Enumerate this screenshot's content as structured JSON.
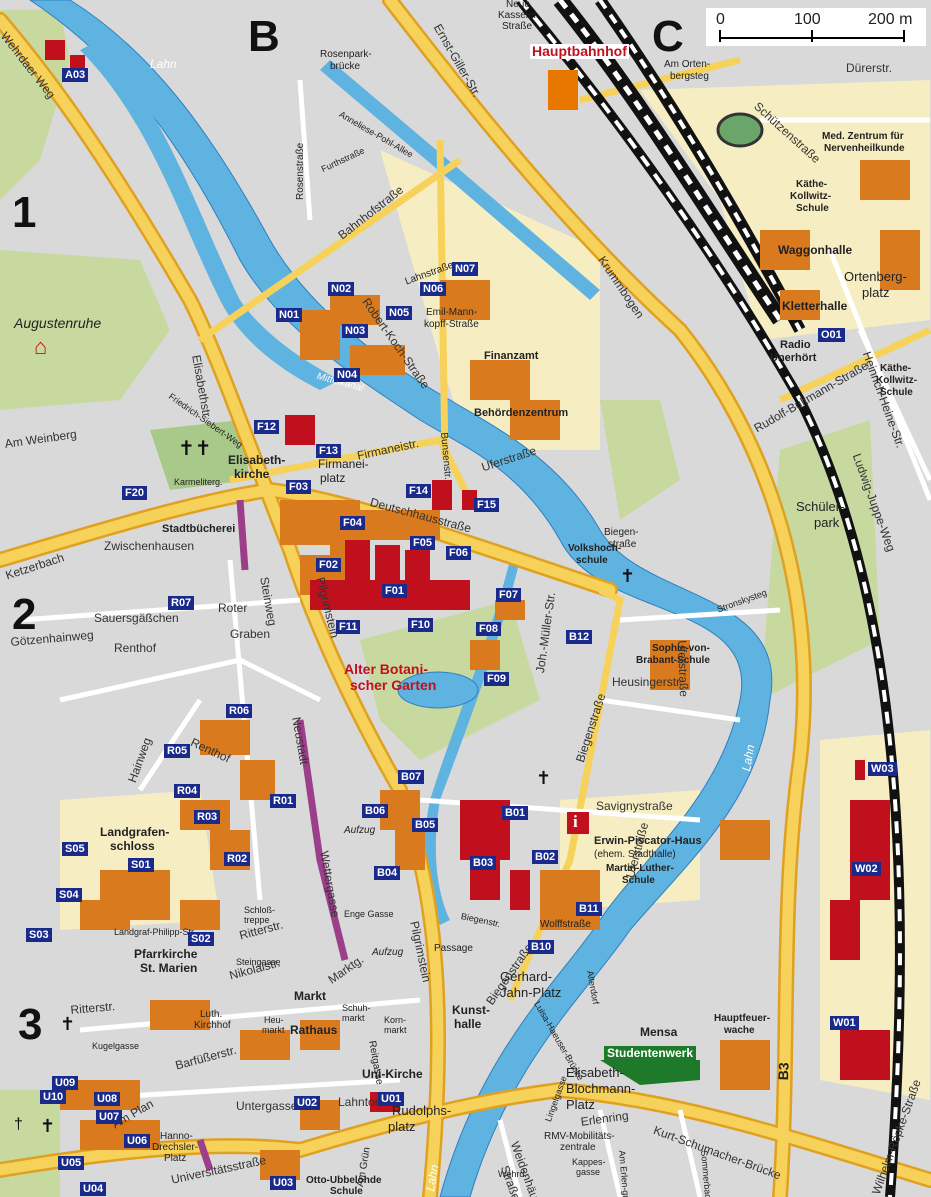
{
  "grid_labels": {
    "col_b": "B",
    "col_c": "C",
    "row_1": "1",
    "row_2": "2",
    "row_3": "3"
  },
  "scale_bar": {
    "tick_0": "0",
    "tick_100": "100",
    "tick_200": "200 m"
  },
  "landmarks": {
    "hauptbahnhof": "Hauptbahnhof",
    "alter_garten_1": "Alter Botani-",
    "alter_garten_2": "scher Garten",
    "augustenruhe": "Augustenruhe",
    "elisabethkirche_1": "Elisabeth-",
    "elisabethkirche_2": "kirche",
    "stadtbuecherei": "Stadtbücherei",
    "finanzamt": "Finanzamt",
    "behoerdenzentrum": "Behördenzentrum",
    "waggonhalle": "Waggonhalle",
    "kletterhalle": "Kletterhalle",
    "radio_1": "Radio",
    "radio_2": "Unerhört",
    "kaethe_schule_1": "Käthe-",
    "kaethe_schule_2": "Kollwitz-",
    "kaethe_schule_3": "Schule",
    "kaethe_schule_b1": "Käthe-",
    "kaethe_schule_b2": "Kollwitz-",
    "kaethe_schule_b3": "Schule",
    "med_zentrum_1": "Med. Zentrum für",
    "med_zentrum_2": "Nervenheilkunde",
    "ortenbergplatz_1": "Ortenberg-",
    "ortenbergplatz_2": "platz",
    "schuelerpark_1": "Schüler-",
    "schuelerpark_2": "park",
    "volkshochschule_1": "Volkshoch-",
    "volkshochschule_2": "schule",
    "sophie_1": "Sophie-von-",
    "sophie_2": "Brabant-Schule",
    "erwin_piscator": "Erwin-Piscator-Haus",
    "stadthalle": "(ehem. Stadthalle)",
    "martin_luther_1": "Martin-Luther-",
    "martin_luther_2": "Schule",
    "landgrafenschloss_1": "Landgrafen-",
    "landgrafenschloss_2": "schloss",
    "pfarrkirche_1": "Pfarrkirche",
    "pfarrkirche_2": "St. Marien",
    "markt": "Markt",
    "rathaus": "Rathaus",
    "uni_kirche": "Uni-Kirche",
    "kunsthalle_1": "Kunst-",
    "kunsthalle_2": "halle",
    "gerhard_jahn_1": "Gerhard-",
    "gerhard_jahn_2": "Jahn-Platz",
    "mensa": "Mensa",
    "studentenwerk": "Studentenwerk",
    "elisabeth_blochmann_1": "Elisabeth-",
    "elisabeth_blochmann_2": "Blochmann-",
    "elisabeth_blochmann_3": "Platz",
    "hauptfeuerwache_1": "Hauptfeuer-",
    "hauptfeuerwache_2": "wache",
    "otto_ubbelohde_1": "Otto-Ubbelohde",
    "otto_ubbelohde_2": "Schule",
    "rudolphsplatz_1": "Rudolphs-",
    "rudolphsplatz_2": "platz",
    "firmaneiplatz_1": "Firmanei-",
    "firmaneiplatz_2": "platz",
    "rmv_1": "RMV-Mobilitäts-",
    "rmv_2": "zentrale",
    "passage": "Passage",
    "aufzug_1": "Aufzug",
    "aufzug_2": "Aufzug",
    "luth_kirchhof_1": "Luth.",
    "luth_kirchhof_2": "Kirchhof",
    "hanno_1": "Hanno-",
    "hanno_2": "Drechsler-",
    "hanno_3": "Platz"
  },
  "streets": {
    "wehrdaer_weg": "Wehrdaer Weg",
    "lahn_top": "Lahn",
    "lahn_right": "Lahn",
    "lahn_bottom": "Lahn",
    "mittelkanal": "Mittelkanal",
    "rosenparkbruecke_1": "Rosenpark-",
    "rosenparkbruecke_2": "brücke",
    "rosenstrasse": "Rosenstraße",
    "anneliese_pohl": "Anneliese-Pohl-Allee",
    "furthstrasse": "Furthstraße",
    "bahnhofstrasse": "Bahnhofstraße",
    "ernst_giller": "Ernst-Giller-Str.",
    "neue_kasseler_1": "Neue",
    "neue_kasseler_2": "Kasseler",
    "neue_kasseler_3": "Straße",
    "am_ortenbergsteg_1": "Am Orten-",
    "am_ortenbergsteg_2": "bergsteg",
    "duererstr": "Dürerstr.",
    "schuetzenstrasse": "Schützenstraße",
    "krummbogen": "Krummbogen",
    "rudolf_bultmann": "Rudolf-Bultmann-Straße",
    "heinrich_heine": "Heinrich-Heine-Str.",
    "ludwig_juppe": "Ludwig-Juppe-Weg",
    "lahnstrasse": "Lahnstraße",
    "emil_mannkopff_1": "Emil-Mann-",
    "emil_mannkopff_2": "kopff-Straße",
    "robert_koch": "Robert-Koch-Straße",
    "elisabethstr": "Elisabethstr.",
    "am_weinberg": "Am Weinberg",
    "friedrich_siebert": "Friedrich-Siebert-Weg",
    "karmeliterg": "Karmeliterg.",
    "firmaneistr": "Firmaneistr.",
    "bunsenstr": "Bunsenstr.",
    "uferstrasse_1": "Uferstraße",
    "uferstrasse_2": "Uferstraße",
    "uferstrasse_3": "Uferstraße",
    "deutschhausstrasse": "Deutschhausstraße",
    "ketzerbach": "Ketzerbach",
    "zwischenhausen": "Zwischenhausen",
    "biegenstrasse_1": "Biegen-",
    "biegenstrasse_2": "straße",
    "biegenstrasse_3": "Biegenstraße",
    "biegenstrasse_4": "Biegenstraße",
    "biegenstr_small": "Biegenstr.",
    "stronskysteg": "Stronskysteg",
    "joh_mueller": "Joh.-Müller-Str.",
    "heusingerstr": "Heusingerstr.",
    "savignystrasse": "Savignystraße",
    "wolffstrasse": "Wolffstraße",
    "sauersgaesschen": "Sauersgäßchen",
    "renthof_1": "Renthof",
    "renthof_2": "Renthof",
    "goetzenhainweg": "Götzenhainweg",
    "roter_graben_1": "Roter",
    "roter_graben_2": "Graben",
    "steinweg": "Steinweg",
    "pilgrimstein_1": "Pilgrimstein",
    "pilgrimstein_2": "Pilgrimstein",
    "neustadt": "Neustadt",
    "wettergasse": "Wettergasse",
    "hainweg": "Hainweg",
    "landgraf_philipp": "Landgraf-Philipp-Str.",
    "ritterstr_1": "Ritterstr.",
    "ritterstr_2": "Ritterstr.",
    "schlosstreppe_1": "Schloß-",
    "schlosstreppe_2": "treppe",
    "nikolaistr": "Nikolaistr.",
    "marktg": "Marktg.",
    "enge_gasse": "Enge Gasse",
    "kugelgasse": "Kugelgasse",
    "barfuesserstr": "Barfüßerstr.",
    "untergasse": "Untergasse",
    "am_plan": "Am Plan",
    "universitaetsstrasse": "Universitätsstraße",
    "reitgasse": "Reitgasse",
    "lahntor": "Lahntor",
    "am_gruen": "Am Grün",
    "erlenring": "Erlenring",
    "kurt_schumacher": "Kurt-Schumacher-Brücke",
    "weidenhaeuser_1": "Weidenhäuser",
    "weidenhaeuser_2": "Straße",
    "wilhelm_roepke": "Wilhelm-Röpke-Straße",
    "b3": "B3",
    "luisa_haeuser": "Luisa-Haeuser-Brücke",
    "lingelgasse": "Lingelgasse",
    "am_erlengraben": "Am Erlen-graben",
    "sommerbadstrasse": "Sommerbad-straße",
    "kappesgasse_1": "Kappes-",
    "kappesgasse_2": "gasse",
    "wehrda": "Wehrd.",
    "heumarkt_1": "Heu-",
    "heumarkt_2": "markt",
    "kornmarkt_1": "Korn-",
    "kornmarkt_2": "markt",
    "schuhmarkt_1": "Schuh-",
    "schuhmarkt_2": "markt",
    "alterdorf": "Alterdorf",
    "steingasse": "Steingasse"
  },
  "building_codes": {
    "A03": "A03",
    "N07": "N07",
    "N06": "N06",
    "N02": "N02",
    "N05": "N05",
    "N01": "N01",
    "N03": "N03",
    "N04": "N04",
    "O01": "O01",
    "F12": "F12",
    "F13": "F13",
    "F03": "F03",
    "F14": "F14",
    "F15": "F15",
    "F20": "F20",
    "F04": "F04",
    "F05": "F05",
    "F06": "F06",
    "F02": "F02",
    "F01": "F01",
    "F07": "F07",
    "F08": "F08",
    "F09": "F09",
    "F10": "F10",
    "F11": "F11",
    "R07": "R07",
    "B12": "B12",
    "R06": "R06",
    "R05": "R05",
    "R04": "R04",
    "R03": "R03",
    "R01": "R01",
    "R02": "R02",
    "B07": "B07",
    "B01": "B01",
    "B06": "B06",
    "B05": "B05",
    "B03": "B03",
    "B02": "B02",
    "B04": "B04",
    "B11": "B11",
    "B10": "B10",
    "S05": "S05",
    "S01": "S01",
    "S04": "S04",
    "S03": "S03",
    "S02": "S02",
    "W03": "W03",
    "W02": "W02",
    "W01": "W01",
    "U01": "U01",
    "U02": "U02",
    "U03": "U03",
    "U04": "U04",
    "U05": "U05",
    "U06": "U06",
    "U07": "U07",
    "U08": "U08",
    "U09": "U09",
    "U10": "U10"
  },
  "colors": {
    "uni_building": "#c0101e",
    "building": "#d97a1e",
    "code_bg": "#1a2a8a",
    "water": "#5fb3e0",
    "road": "#f2c335",
    "green": "#c8d9a0",
    "pedestrian": "#9c3e8a"
  }
}
